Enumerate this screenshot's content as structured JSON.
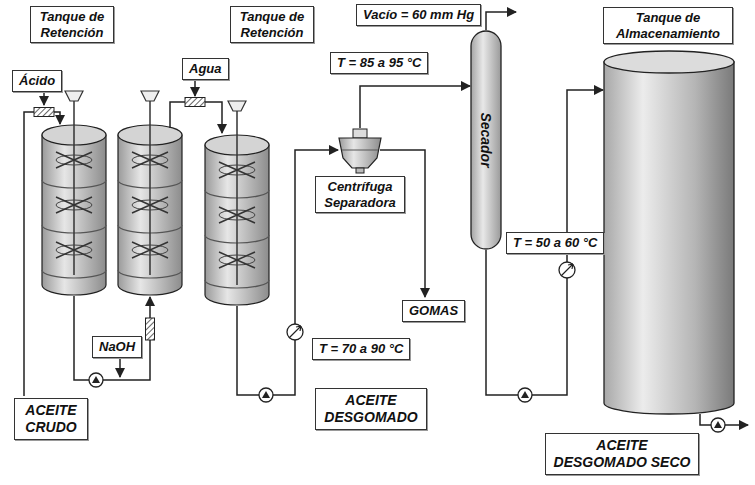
{
  "diagram": {
    "nodes": [
      {
        "text": [
          "Tanque de Retención"
        ]
      },
      {
        "text": [
          "Tanque de Retención"
        ]
      },
      {
        "text": [
          "Vacío = 60 mm Hg"
        ]
      },
      {
        "text": [
          "Tanque de Almacenamiento"
        ]
      },
      {
        "text": [
          "Ácido"
        ]
      },
      {
        "text": [
          "Agua"
        ]
      },
      {
        "text": [
          "T = 85 a 95 °C"
        ]
      },
      {
        "text": [
          "Secador"
        ]
      },
      {
        "text": [
          "Centrífuga Separadora"
        ]
      },
      {
        "text": [
          "T = 50 a 60 °C"
        ]
      },
      {
        "text": [
          "NaOH"
        ]
      },
      {
        "text": [
          "GOMAS"
        ]
      },
      {
        "text": [
          "T = 70 a 90 °C"
        ]
      },
      {
        "text": [
          "ACEITE CRUDO"
        ]
      },
      {
        "text": [
          "ACEITE DESGOMADO"
        ]
      },
      {
        "text": [
          "ACEITE DESGOMADO SECO"
        ]
      }
    ],
    "edges": [
      {
        "from": 8,
        "to": 7,
        "arrow": "to"
      },
      {
        "from": 7,
        "to": 3,
        "arrow": "to"
      }
    ]
  }
}
